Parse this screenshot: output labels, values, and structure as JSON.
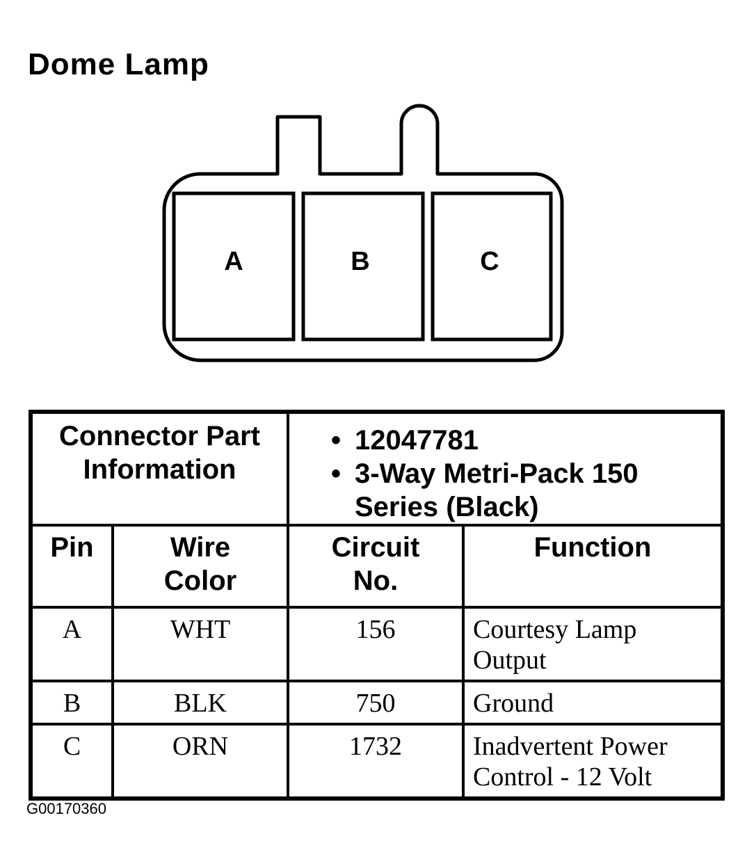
{
  "title": "Dome Lamp",
  "connector": {
    "pins": [
      "A",
      "B",
      "C"
    ]
  },
  "table": {
    "info_header": [
      "Connector Part",
      "Information"
    ],
    "info_items": [
      "12047781",
      "3-Way Metri-Pack 150 Series (Black)"
    ],
    "columns": [
      [
        "Pin"
      ],
      [
        "Wire",
        "Color"
      ],
      [
        "Circuit",
        "No."
      ],
      [
        "Function"
      ]
    ],
    "rows": [
      {
        "pin": "A",
        "wire_color": "WHT",
        "circuit": "156",
        "function": [
          "Courtesy Lamp",
          "Output"
        ]
      },
      {
        "pin": "B",
        "wire_color": "BLK",
        "circuit": "750",
        "function": [
          "Ground"
        ]
      },
      {
        "pin": "C",
        "wire_color": "ORN",
        "circuit": "1732",
        "function": [
          "Inadvertent Power",
          "Control - 12 Volt"
        ]
      }
    ]
  },
  "figure_code": "G00170360"
}
